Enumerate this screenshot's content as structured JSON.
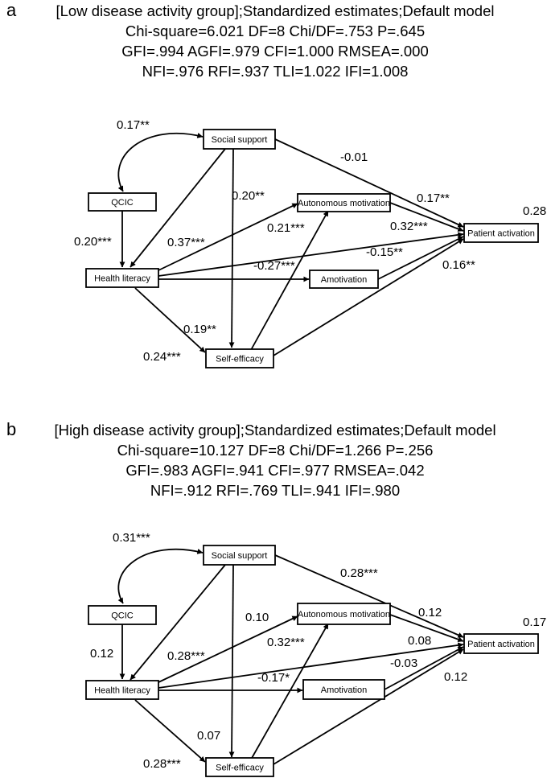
{
  "panels": [
    {
      "letter": "a",
      "header": [
        "[Low disease activity group];Standardized estimates;Default model",
        "Chi-square=6.021  DF=8  Chi/DF=.753  P=.645",
        "GFI=.994  AGFI=.979 CFI=1.000   RMSEA=.000",
        "NFI=.976  RFI=.937   TLI=1.022   IFI=1.008"
      ],
      "nodes": {
        "social": "Social support",
        "qcic": "QCIC",
        "health": "Health literacy",
        "autonomous": "Autonomous motivation",
        "amotivation": "Amotivation",
        "selfeff": "Self-efficacy",
        "patient": "Patient activation"
      },
      "labels": {
        "cov": "0.17**",
        "qcic_health": "0.20***",
        "social_patient": "-0.01",
        "auto_patient": "0.17**",
        "r2": "0.28",
        "social_auto": "0.20**",
        "health_auto": "0.37***",
        "self_auto": "0.21***",
        "health_patient": "0.32***",
        "health_amot": "-0.27***",
        "amot_patient": "-0.15**",
        "self_patient": "0.16**",
        "social_self": "0.19**",
        "health_self": "0.24***"
      }
    },
    {
      "letter": "b",
      "header": [
        "[High disease activity group];Standardized estimates;Default model",
        "Chi-square=10.127  DF=8  Chi/DF=1.266  P=.256",
        "GFI=.983  AGFI=.941 CFI=.977   RMSEA=.042",
        "NFI=.912  RFI=.769   TLI=.941   IFI=.980"
      ],
      "nodes": {
        "social": "Social support",
        "qcic": "QCIC",
        "health": "Health literacy",
        "autonomous": "Autonomous motivation",
        "amotivation": "Amotivation",
        "selfeff": "Self-efficacy",
        "patient": "Patient activation"
      },
      "labels": {
        "cov": "0.31***",
        "qcic_health": "0.12",
        "social_patient": "0.28***",
        "auto_patient": "0.12",
        "r2": "0.17",
        "social_auto": "0.10",
        "health_auto": "0.28***",
        "self_auto": "0.32***",
        "health_patient": "0.08",
        "health_amot": "-0.17*",
        "amot_patient": "-0.03",
        "self_patient": "0.12",
        "social_self": "0.07",
        "health_self": "0.28***"
      }
    }
  ]
}
